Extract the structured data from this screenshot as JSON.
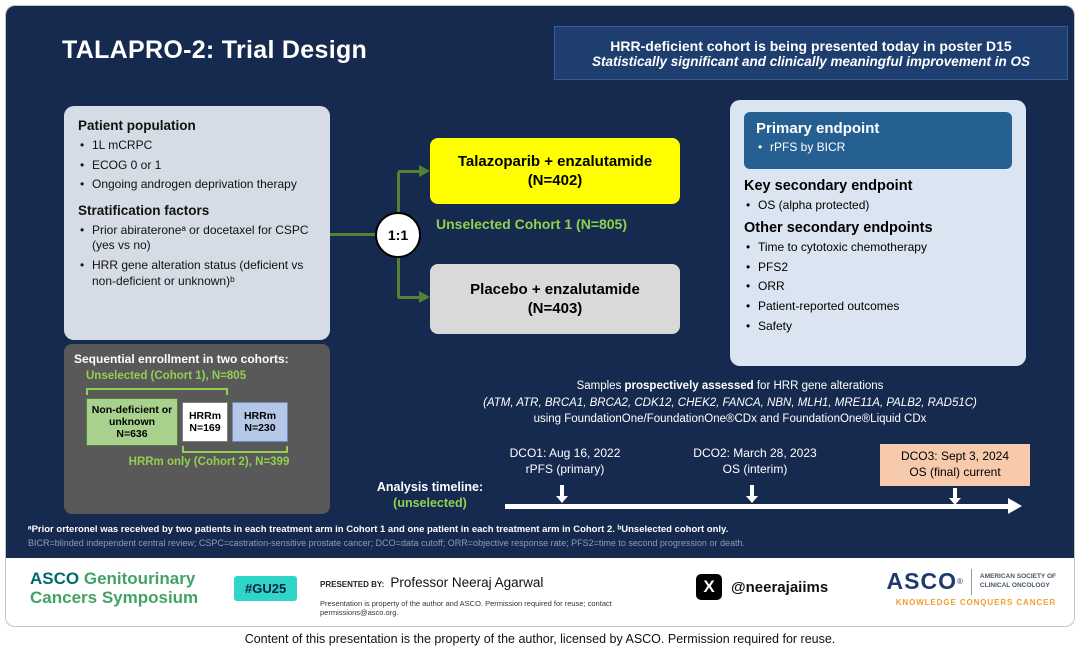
{
  "slide": {
    "title": "TALAPRO-2: Trial Design",
    "banner": {
      "line1": "HRR-deficient cohort is being presented today in poster D15",
      "line2": "Statistically significant and clinically meaningful improvement in OS"
    },
    "patient_panel": {
      "heading1": "Patient population",
      "items1": [
        "1L mCRPC",
        "ECOG 0 or 1",
        "Ongoing androgen deprivation therapy"
      ],
      "heading2": "Stratification factors",
      "items2": [
        "Prior abirateroneᵃ or docetaxel for CSPC (yes vs no)",
        "HRR gene alteration status (deficient vs non-deficient or unknown)ᵇ"
      ]
    },
    "enrollment": {
      "heading": "Sequential enrollment in two cohorts:",
      "cohort1_label": "Unselected (Cohort 1), N=805",
      "box1": {
        "label": "Non-deficient or unknown",
        "n": "N=636"
      },
      "box2": {
        "label": "HRRm",
        "n": "N=169"
      },
      "box3": {
        "label": "HRRm",
        "n": "N=230"
      },
      "cohort2_label": "HRRm only (Cohort 2), N=399"
    },
    "randomization": {
      "ratio": "1:1"
    },
    "arms": {
      "arm1": {
        "name": "Talazoparib + enzalutamide",
        "n": "(N=402)"
      },
      "cohort_label": "Unselected Cohort 1 (N=805)",
      "arm2": {
        "name": "Placebo + enzalutamide",
        "n": "(N=403)"
      }
    },
    "endpoints": {
      "primary_heading": "Primary endpoint",
      "primary_items": [
        "rPFS by BICR"
      ],
      "key_secondary_heading": "Key secondary endpoint",
      "key_secondary_items": [
        "OS (alpha protected)"
      ],
      "other_heading": "Other secondary endpoints",
      "other_items": [
        "Time to cytotoxic chemotherapy",
        "PFS2",
        "ORR",
        "Patient-reported outcomes",
        "Safety"
      ]
    },
    "samples": {
      "part1": "Samples ",
      "part2": "prospectively assessed",
      "part3": " for HRR gene alterations",
      "line2": "(ATM, ATR, BRCA1, BRCA2, CDK12, CHEK2, FANCA, NBN, MLH1, MRE11A, PALB2, RAD51C)",
      "line3": "using FoundationOne/FoundationOne®CDx and FoundationOne®Liquid CDx"
    },
    "timeline": {
      "label1": "Analysis timeline:",
      "label2": "(unselected)",
      "dco1": {
        "line1": "DCO1: Aug 16, 2022",
        "line2": "rPFS (primary)"
      },
      "dco2": {
        "line1": "DCO2: March 28, 2023",
        "line2": "OS (interim)"
      },
      "dco3": {
        "line1": "DCO3: Sept 3, 2024",
        "line2": "OS (final) current"
      }
    },
    "footnotes": {
      "line1": "ᵃPrior orteronel was received by two patients in each treatment arm in Cohort 1 and one patient in each treatment arm in Cohort 2. ᵇUnselected cohort only.",
      "line2": "BICR=blinded independent central review; CSPC=castration-sensitive prostate cancer; DCO=data cutoff; ORR=objective response rate; PFS2=time to second progression or death."
    }
  },
  "footer": {
    "gu_logo": {
      "line1_a": "ASCO",
      "line1_b": " Genitourinary",
      "line2": "Cancers Symposium"
    },
    "hashtag": "#GU25",
    "presented_by": "PRESENTED BY:",
    "presenter": "Professor Neeraj Agarwal",
    "permission": "Presentation is property of the author and ASCO. Permission required for reuse; contact permissions@asco.org.",
    "x_glyph": "X",
    "x_handle": "@neerajaiims",
    "asco": {
      "name": "ASCO",
      "reg": "®",
      "sub1": "AMERICAN SOCIETY OF",
      "sub2": "CLINICAL ONCOLOGY",
      "tagline": "KNOWLEDGE CONQUERS CANCER"
    }
  },
  "notice": "Content of this presentation is the property of the author, licensed by ASCO. Permission required for reuse.",
  "colors": {
    "background": "#152a4e",
    "accent_green": "#92d050",
    "connector_green": "#538135",
    "arm_yellow": "#ffff00",
    "arm_gray": "#d9d9d9",
    "dco3_peach": "#f7caac",
    "panel_light": "#d6dce5",
    "panel_blue": "#dbe5f1",
    "endpoint_blue": "#266092",
    "enroll_gray": "#595959",
    "gu_teal": "#2fd5c8",
    "asco_navy": "#1e3a6e",
    "tagline_orange": "#efa02e"
  }
}
